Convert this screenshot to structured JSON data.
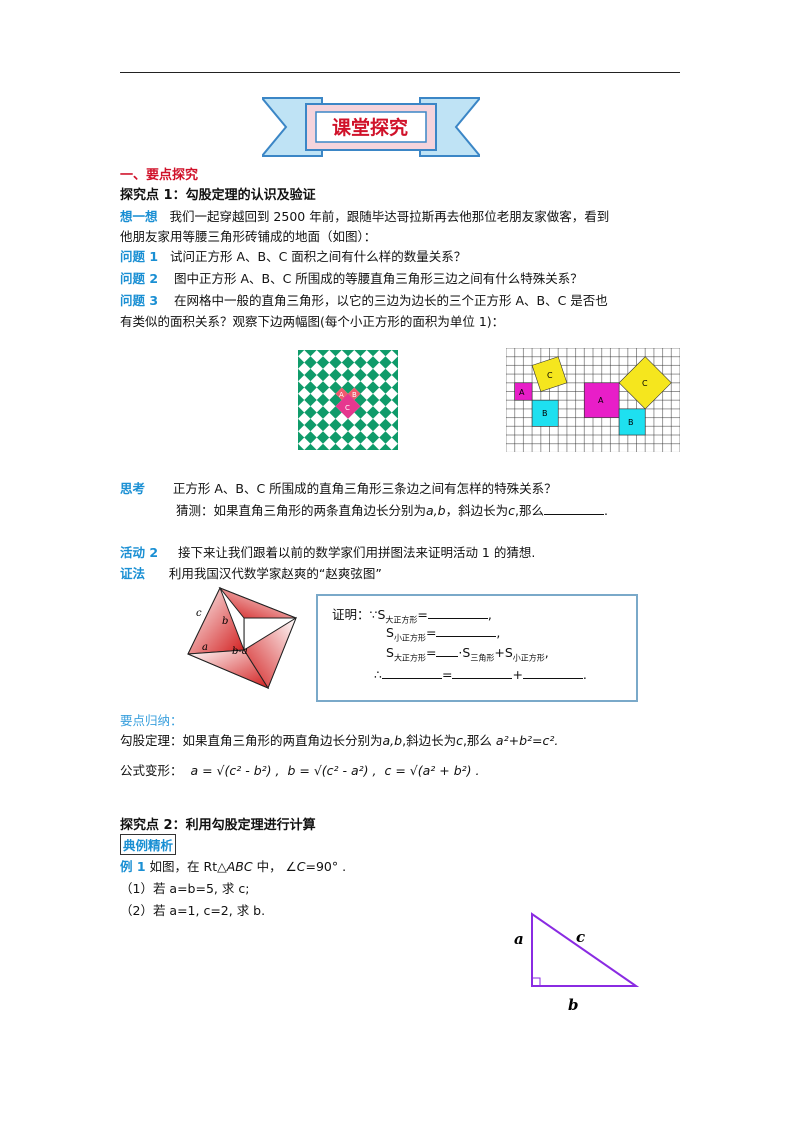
{
  "banner": {
    "title": "课堂探究"
  },
  "section1": {
    "heading": "一、要点探究",
    "point1_title": "探究点 1：勾股定理的认识及验证",
    "think": {
      "label": "想一想",
      "line1": "我们一起穿越回到 2500 年前，跟随毕达哥拉斯再去他那位老朋友家做客，看到",
      "line2": "他朋友家用等腰三角形砖铺成的地面（如图）："
    },
    "q1": {
      "label": "问题 1",
      "text": "试问正方形 A、B、C 面积之间有什么样的数量关系？"
    },
    "q2": {
      "label": "问题 2",
      "text": "图中正方形 A、B、C 所围成的等腰直角三角形三边之间有什么特殊关系？"
    },
    "q3": {
      "label": "问题 3",
      "line1": "在网格中一般的直角三角形，以它的三边为边长的三个正方形 A、B、C 是否也",
      "line2": "有类似的面积关系？观察下边两幅图(每个小正方形的面积为单位 1)："
    },
    "fig_left_labels": [
      "A",
      "B",
      "C"
    ],
    "fig_right_labels": [
      "A",
      "B",
      "C",
      "A",
      "B",
      "C"
    ],
    "consider": {
      "label": "思考",
      "text": "正方形 A、B、C 所围成的直角三角形三条边之间有怎样的特殊关系？",
      "guess": "猜测：如果直角三角形的两条直角边长分别为",
      "guess_vars": "a,b",
      "guess_mid": "，斜边长为",
      "guess_c": "c",
      "guess_end": ",那么"
    },
    "activity2": {
      "label": "活动 2",
      "text": "接下来让我们跟着以前的数学家们用拼图法来证明活动 1 的猜想."
    },
    "proof_method": {
      "label": "证法",
      "text": "利用我国汉代数学家赵爽的“赵爽弦图”"
    },
    "zhao_labels": {
      "c": "c",
      "b": "b",
      "a": "a",
      "ba": "b-a"
    },
    "proof": {
      "line1_pre": "证明：∵S",
      "line1_sub": "大正方形",
      "line2_pre": "S",
      "line2_sub": "小正方形",
      "line3_pre": "S",
      "line3_sub": "大正方形",
      "line3_mid": "·S",
      "line3_sub2": "三角形",
      "line3_plus": "+S",
      "line3_sub3": "小正方形",
      "line4_pre": "∴"
    },
    "summary": {
      "label": "要点归纳：",
      "theorem": "勾股定理：如果直角三角形的两直角边长分别为",
      "theorem_vars": "a,b",
      "theorem_mid": ",斜边长为",
      "theorem_c": "c",
      "theorem_end": ",那么",
      "theorem_formula": "a²+b²=c².",
      "variants_label": "公式变形：",
      "variant_a": "a = √(c² - b²) ,",
      "variant_b": "b = √(c² - a²) ,",
      "variant_c": "c = √(a² + b²) ."
    }
  },
  "section2": {
    "point2_title": "探究点 2：利用勾股定理进行计算",
    "example_tag": "典例精析",
    "example1": {
      "label": "例 1",
      "text_pre": "如图，在 Rt△",
      "text_abc": "ABC",
      "text_mid": " 中， ∠",
      "text_c": "C",
      "text_end": "=90° .",
      "part1": "（1）若 a=b=5, 求 c;",
      "part2": "（2）若 a=1, c=2, 求 b."
    },
    "triangle_labels": {
      "a": "a",
      "b": "b",
      "c": "c"
    }
  },
  "colors": {
    "accent_red": "#d0122a",
    "label_blue": "#1a8fd3",
    "triangle_purple": "#8a2be2"
  }
}
